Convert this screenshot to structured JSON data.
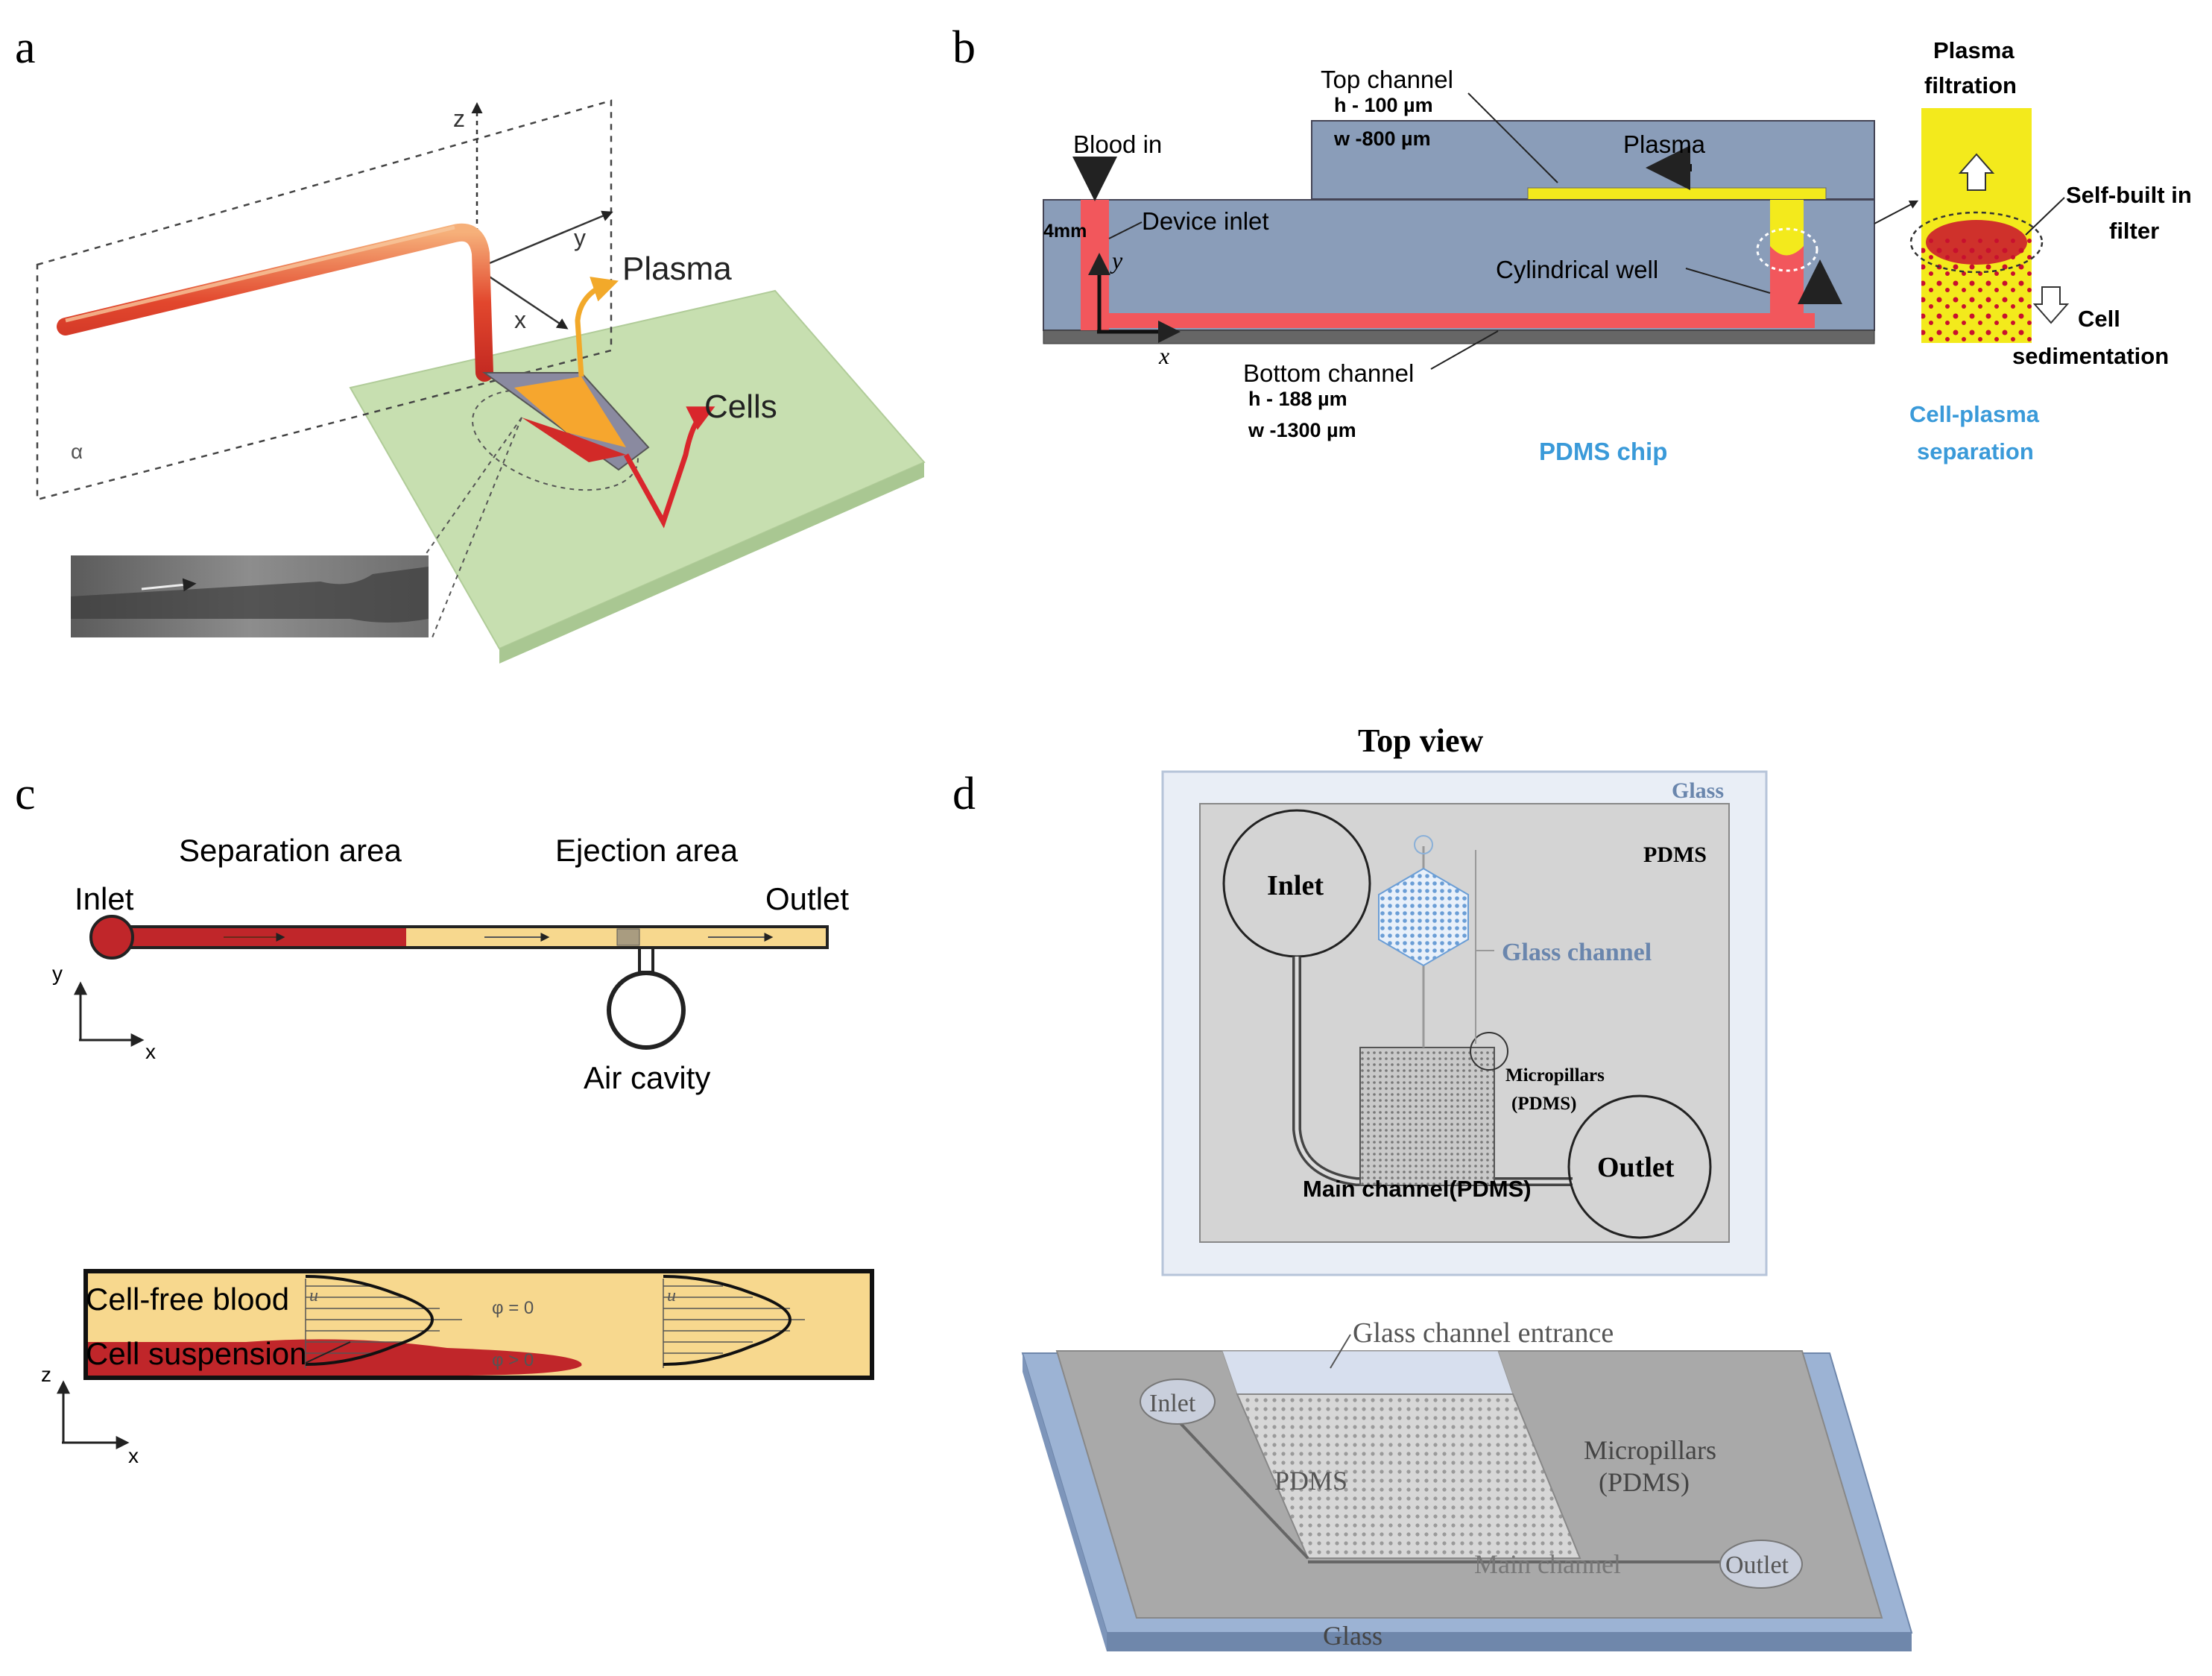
{
  "panel_labels": {
    "a": "a",
    "b": "b",
    "c": "c",
    "d": "d"
  },
  "panel_a": {
    "axis_z": "z",
    "axis_y": "y",
    "axis_x": "x",
    "alpha": "α",
    "plasma": "Plasma",
    "cells": "Cells"
  },
  "panel_b": {
    "top_channel": "Top channel",
    "top_h": "h - 100 µm",
    "top_w": "w -800 µm",
    "blood_in": "Blood in",
    "plasma": "Plasma",
    "dim_4mm": "4mm",
    "device_inlet": "Device inlet",
    "axis_y": "y",
    "axis_x": "x",
    "cylindrical_well": "Cylindrical well",
    "bottom_channel": "Bottom channel",
    "bottom_h": "h - 188 µm",
    "bottom_w": "w -1300 µm",
    "pdms_chip": "PDMS chip",
    "plasma_filtration_1": "Plasma",
    "plasma_filtration_2": "filtration",
    "self_built_1": "Self-built in",
    "self_built_2": "filter",
    "cell_sed_1": "Cell",
    "cell_sed_2": "sedimentation",
    "sep_1": "Cell-plasma",
    "sep_2": "separation"
  },
  "panel_c": {
    "separation_area": "Separation area",
    "ejection_area": "Ejection area",
    "inlet": "Inlet",
    "outlet": "Outlet",
    "air_cavity": "Air cavity",
    "axis_y": "y",
    "axis_x": "x",
    "axis_z": "z",
    "cell_free_blood": "Cell-free blood",
    "cell_suspension": "Cell suspension",
    "phi_0": "φ = 0",
    "phi_gt0": "φ > 0",
    "u": "u"
  },
  "panel_d": {
    "top_view": "Top view",
    "glass": "Glass",
    "pdms": "PDMS",
    "inlet": "Inlet",
    "glass_channel": "Glass channel",
    "micropillars_1": "Micropillars",
    "micropillars_2": "(PDMS)",
    "main_channel": "Main channel(PDMS)",
    "outlet": "Outlet",
    "glass_channel_entrance": "Glass channel entrance",
    "inlet_3d": "Inlet",
    "pdms_3d": "PDMS",
    "micropillars_3d_1": "Micropillars",
    "micropillars_3d_2": "(PDMS)",
    "main_channel_3d": "Main channel",
    "outlet_3d": "Outlet",
    "glass_3d": "Glass"
  },
  "colors": {
    "blood_red": "#e0393e",
    "plasma_yellow": "#f3ea1c",
    "pdms_blue": "#8a9db9",
    "cyan_label": "#3a9ad9",
    "fluid_cream": "#f7d88e",
    "dark_red": "#c0262a",
    "plane_green": "#c7dfb0"
  }
}
